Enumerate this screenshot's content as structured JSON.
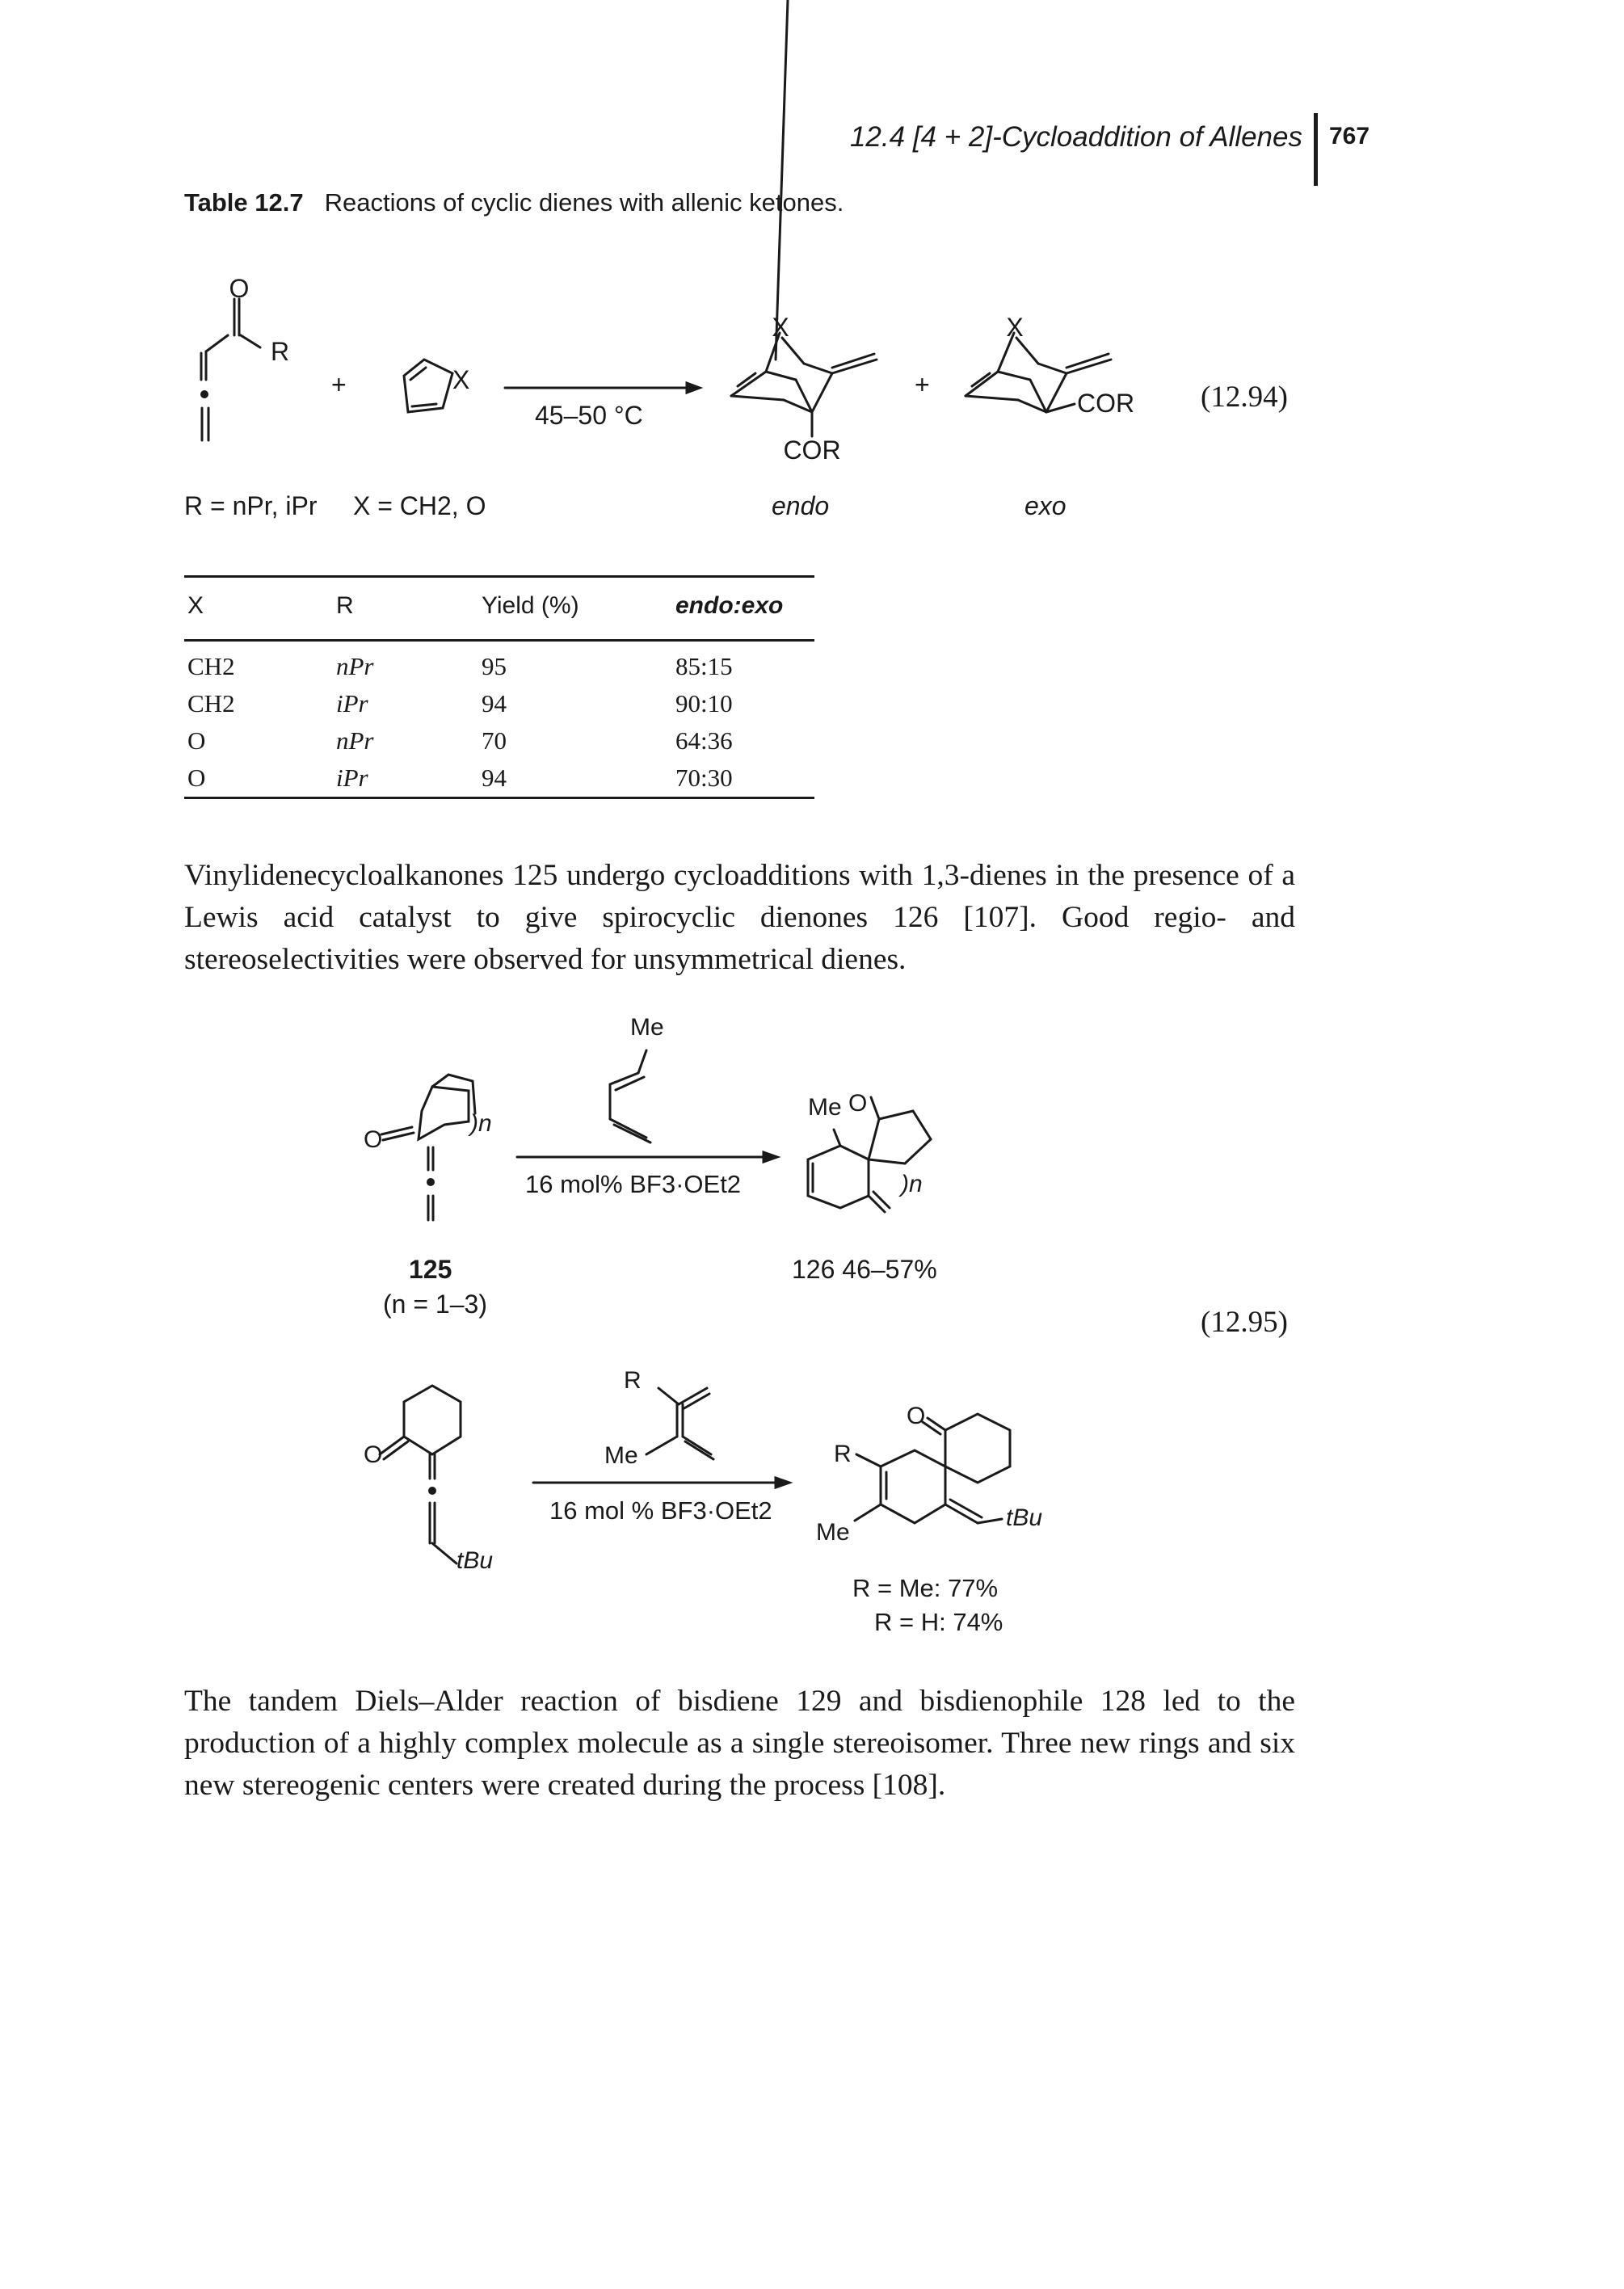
{
  "header": {
    "section_title": "12.4 [4 + 2]-Cycloaddition of Allenes",
    "page_number": "767"
  },
  "table": {
    "caption_label": "Table 12.7",
    "caption_text": "Reactions of cyclic dienes with allenic ketones.",
    "columns": [
      "X",
      "R",
      "Yield (%)",
      "endo:exo"
    ],
    "rows": [
      [
        "CH2",
        "nPr",
        "95",
        "85:15"
      ],
      [
        "CH2",
        "iPr",
        "94",
        "90:10"
      ],
      [
        "O",
        "nPr",
        "70",
        "64:36"
      ],
      [
        "O",
        "iPr",
        "94",
        "70:30"
      ]
    ]
  },
  "scheme_1294": {
    "plus_1": "+",
    "plus_2": "+",
    "conditions": "45–50 °C",
    "substituents": "R = nPr, iPr     X = CH2, O",
    "product_endo": "endo",
    "product_exo": "exo",
    "equation_number": "(12.94)"
  },
  "paragraph_1": "Vinylidenecycloalkanones 125 undergo cycloadditions with 1,3-dienes in the presence of a Lewis acid catalyst to give spirocyclic dienones 126 [107]. Good regio- and stereoselectivities were observed for unsymmetrical dienes.",
  "scheme_1295": {
    "top": {
      "reagent": "Me",
      "conditions": "16 mol% BF3·OEt2",
      "start_label": "125",
      "start_note": "(n = 1–3)",
      "product_label": "126 46–57%"
    },
    "bottom": {
      "reagent_r": "R",
      "reagent_me": "Me",
      "conditions": "16 mol % BF3·OEt2",
      "start_tbu": "tBu",
      "product_r": "R",
      "product_me": "Me",
      "product_tbu": "tBu",
      "yield_1": "R = Me: 77%",
      "yield_2": "R = H: 74%"
    },
    "equation_number": "(12.95)"
  },
  "paragraph_2": "The tandem Diels–Alder reaction of bisdiene 129 and bisdienophile 128 led to the production of a highly complex molecule as a single stereoisomer. Three new rings and six new stereogenic centers were created during the process [108]."
}
